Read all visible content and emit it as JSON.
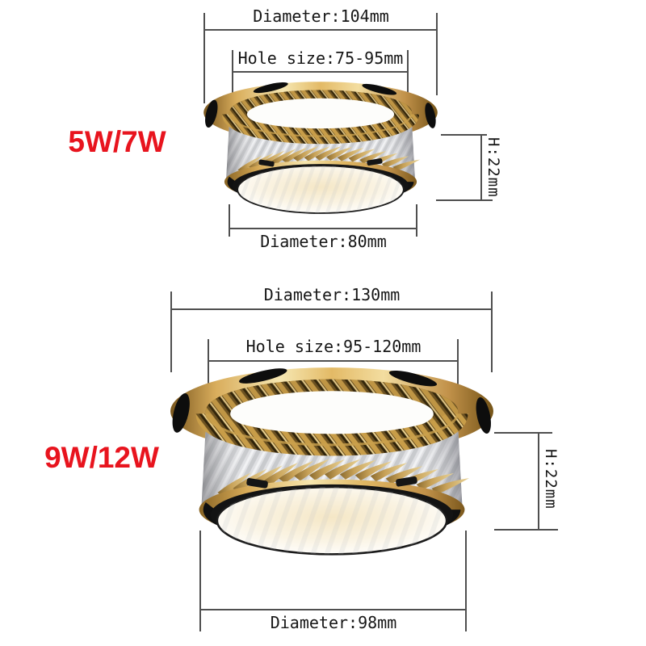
{
  "diagram": {
    "products": [
      {
        "label": "5W/7W",
        "top_diameter": "Diameter:104mm",
        "hole_size": "Hole size:75-95mm",
        "height": "H:22mm",
        "bottom_diameter": "Diameter:80mm"
      },
      {
        "label": "9W/12W",
        "top_diameter": "Diameter:130mm",
        "hole_size": "Hole size:95-120mm",
        "height": "H:22mm",
        "bottom_diameter": "Diameter:98mm"
      }
    ],
    "colors": {
      "label_red": "#e8141e",
      "line": "#4f4f4f",
      "text": "#161616",
      "gold": "#d4a455"
    }
  }
}
